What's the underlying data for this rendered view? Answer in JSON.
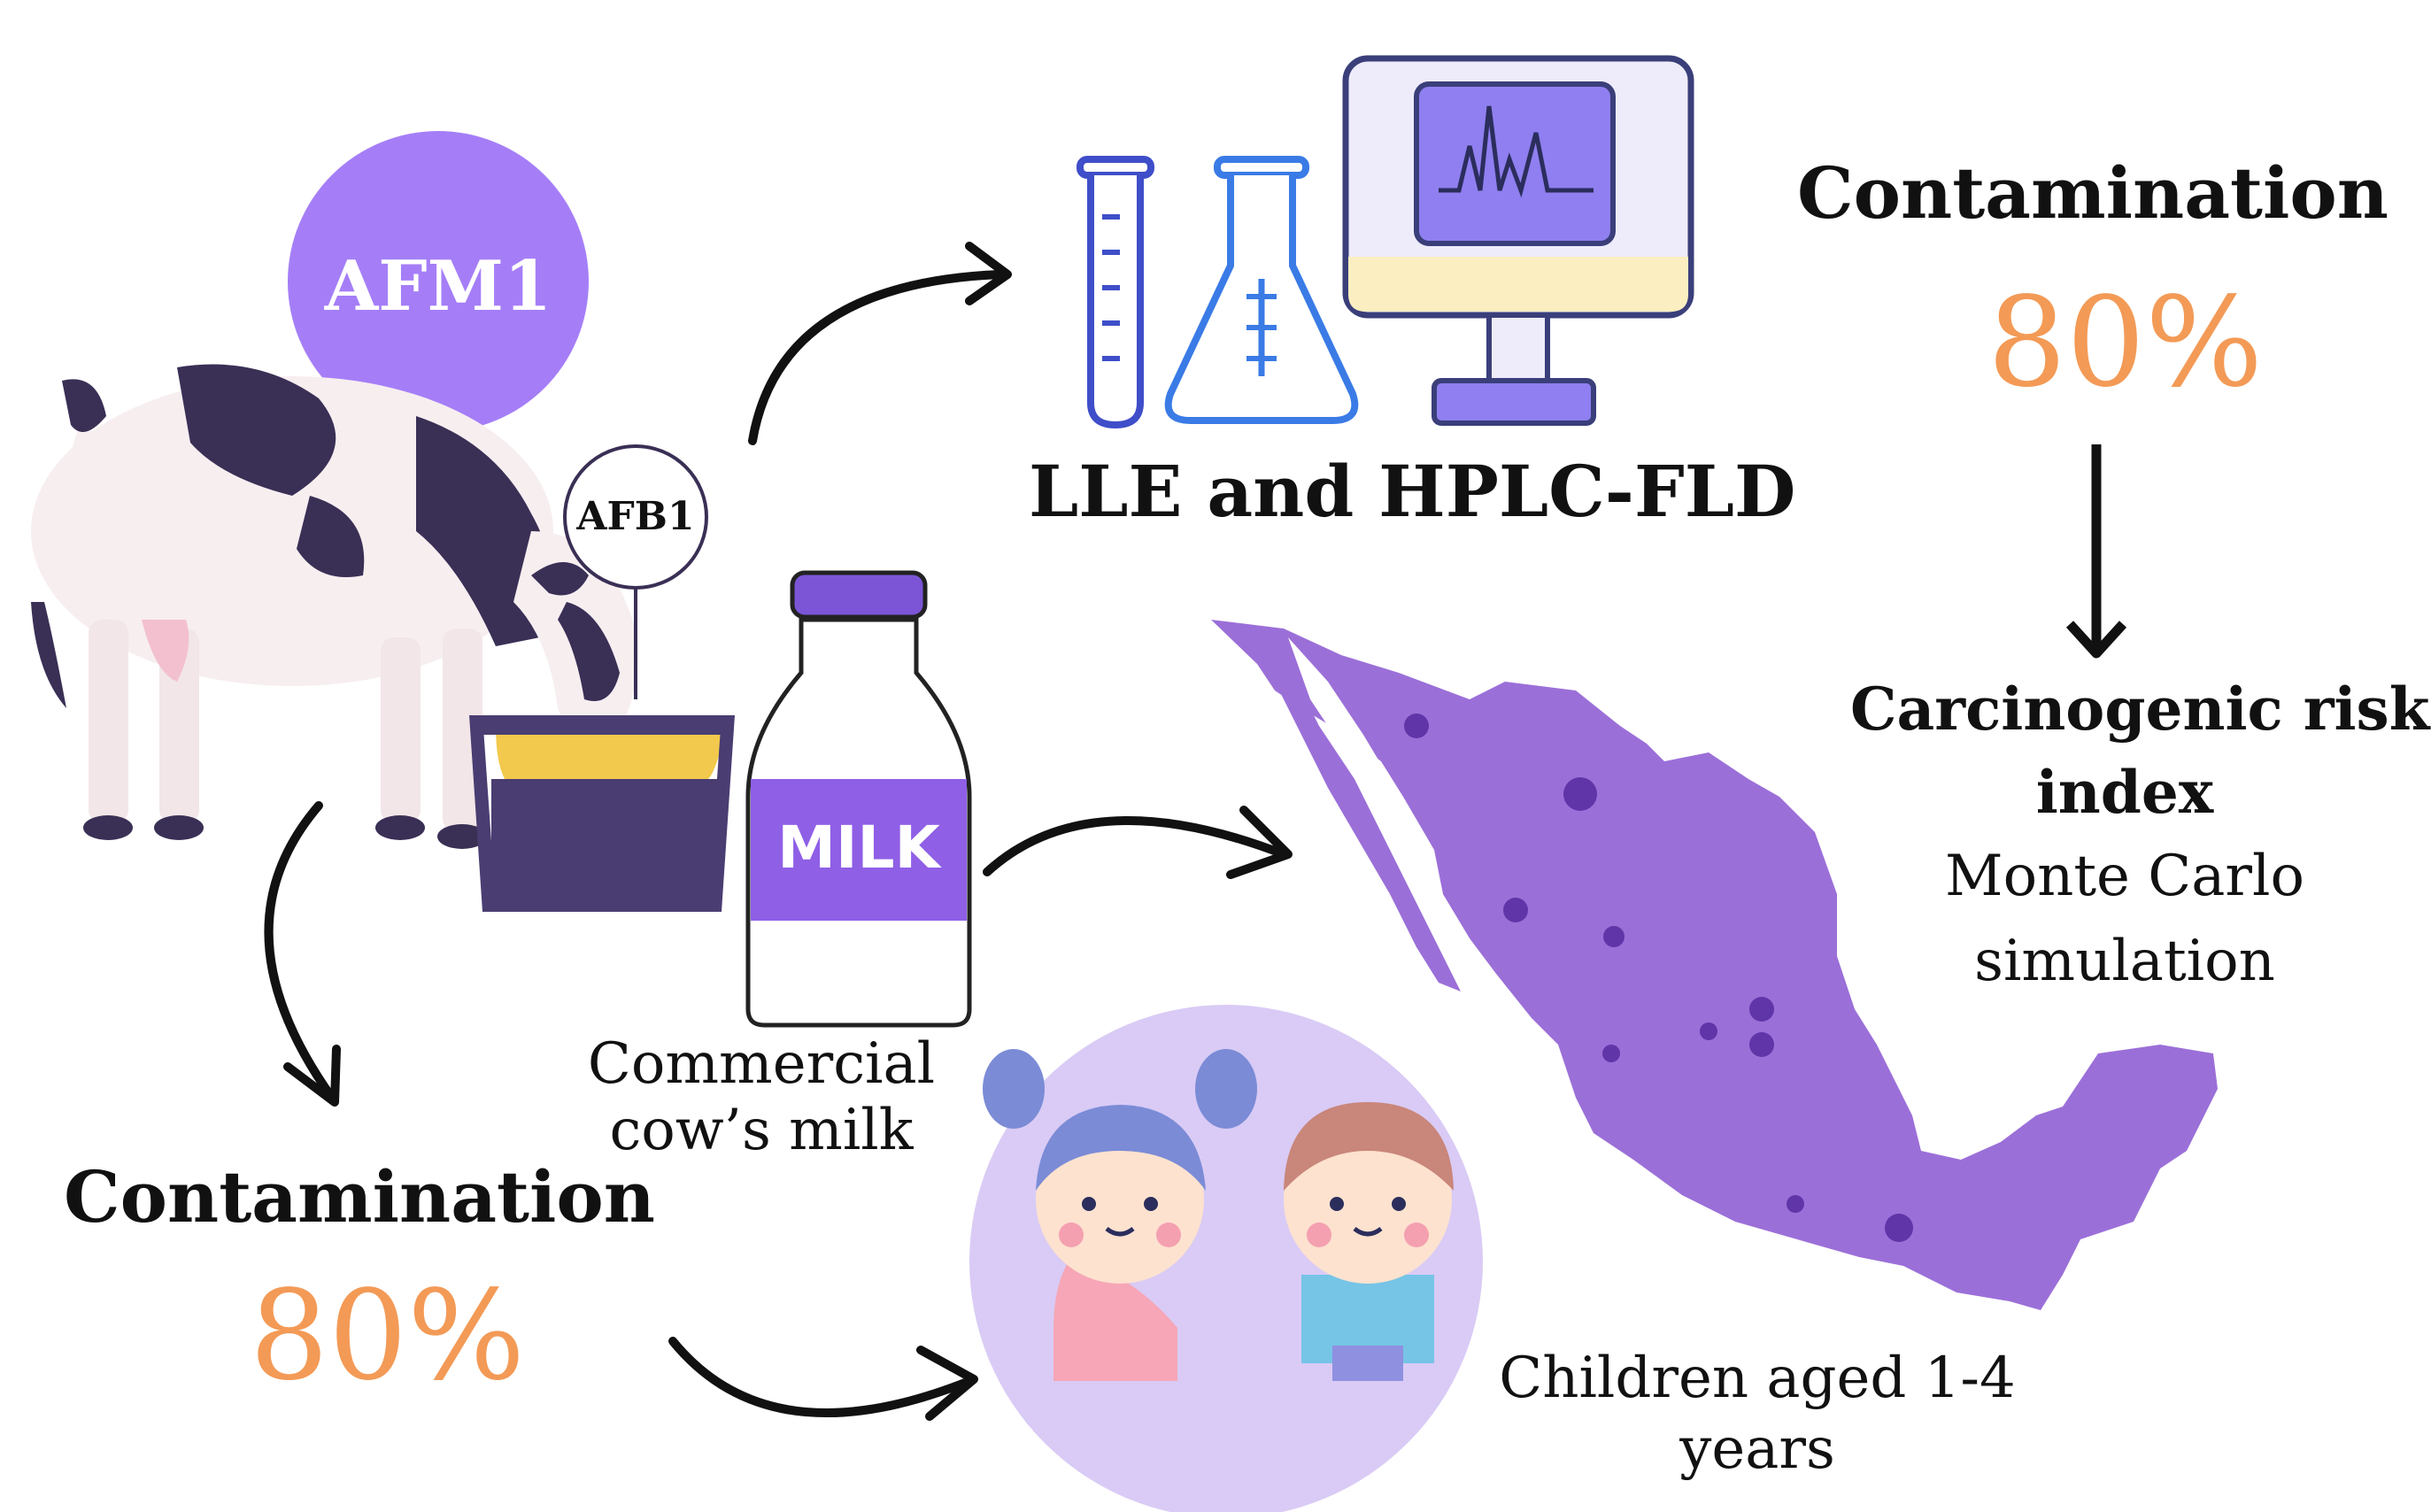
{
  "labels": {
    "afm1": "AFM1",
    "afb1": "AFB1",
    "milk": "MILK",
    "commercial_milk": "Commercial",
    "commercial_milk_2": "cow’s milk",
    "method": "LLE and HPLC-FLD",
    "children": "Children aged 1-4",
    "children_2": "years",
    "risk_title": "Carcinogenic risk",
    "risk_title_2": "index",
    "risk_method": "Monte Carlo",
    "risk_method_2": "simulation"
  },
  "contamination_left": {
    "label": "Contamination",
    "value": "80%"
  },
  "contamination_right": {
    "label": "Contamination",
    "value": "80%"
  },
  "colors": {
    "accent_orange": "#f39a56",
    "purple": "#a57ef7",
    "dark_purple": "#3a2f55",
    "map_purple": "#9b6fd8",
    "text": "#111111"
  },
  "icons": [
    "cow-icon",
    "feed-trough-icon",
    "milk-bottle-icon",
    "test-tube-icon",
    "flask-icon",
    "monitor-chromatogram-icon",
    "mexico-map",
    "children-icon"
  ]
}
